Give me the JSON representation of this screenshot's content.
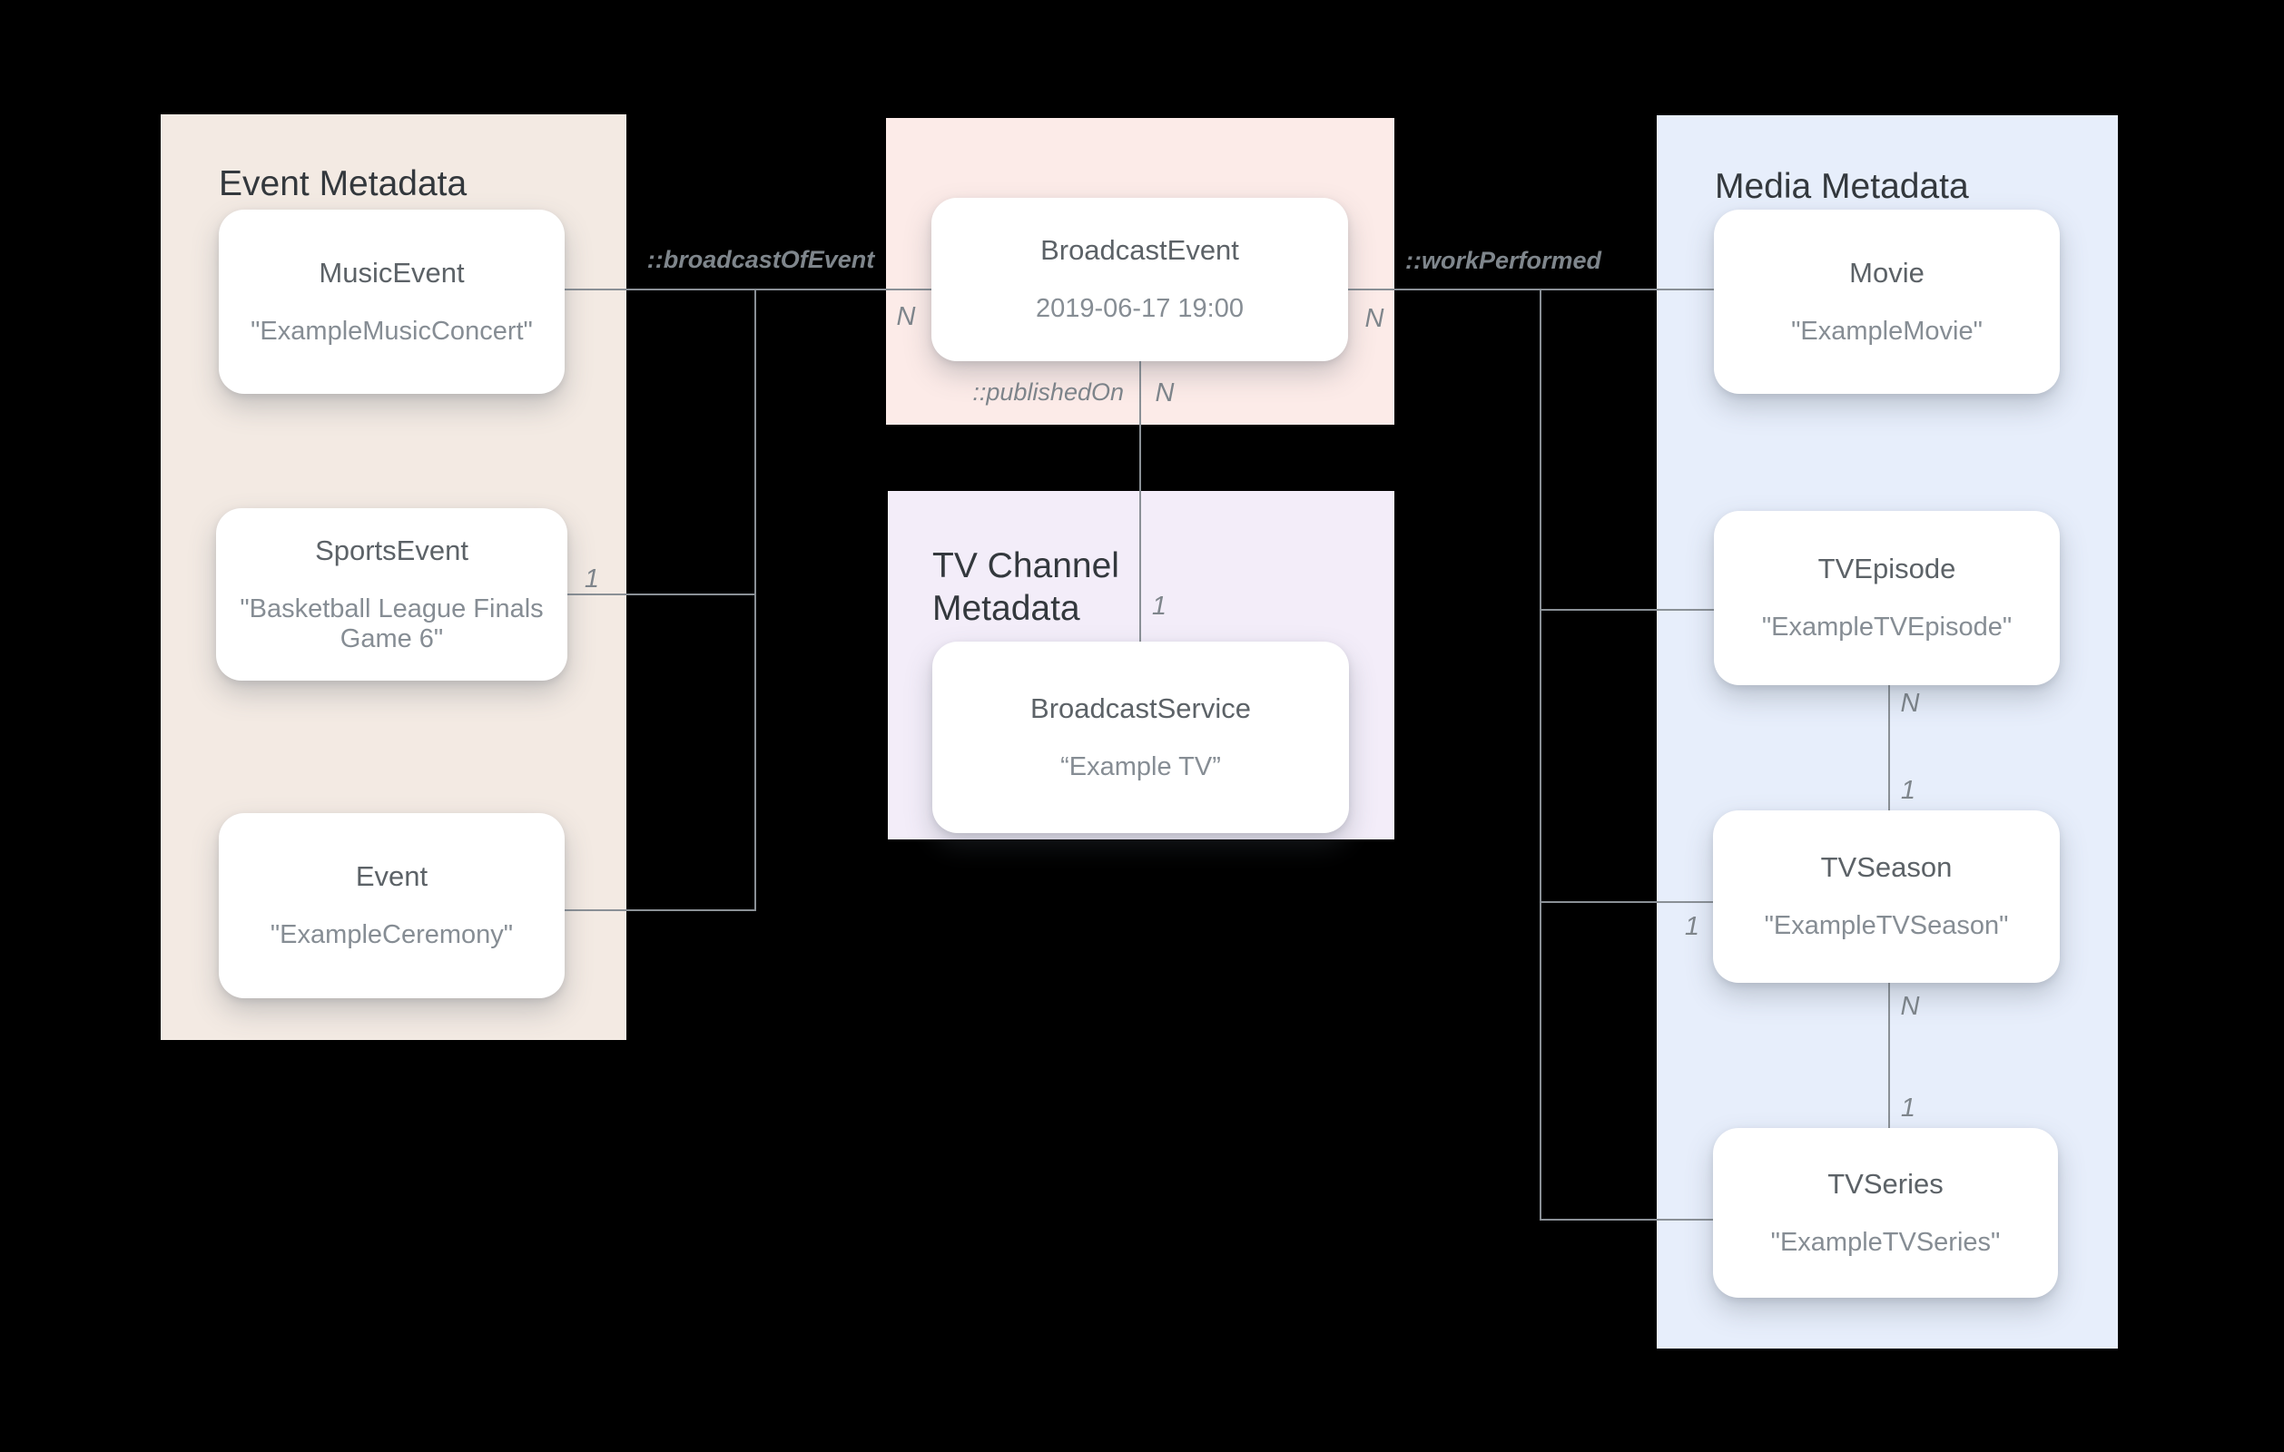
{
  "diagram": {
    "background": "#000000",
    "line_color": "#8a9096",
    "panel_colors": {
      "event_metadata": "#f3eae3",
      "broadcast_event": "#fcebe8",
      "tv_channel_metadata": "#f3edf9",
      "media_metadata": "#e7eefb"
    },
    "text_colors": {
      "panel_title": "#33383d",
      "card_title": "#5c6267",
      "card_subtitle": "#868d94",
      "label": "#7f868c"
    }
  },
  "panels": {
    "event": {
      "title": "Event Metadata"
    },
    "tv_channel": {
      "title": "TV Channel Metadata"
    },
    "media": {
      "title": "Media Metadata"
    }
  },
  "cards": {
    "music_event": {
      "title": "MusicEvent",
      "subtitle": "\"ExampleMusicConcert\""
    },
    "sports_event": {
      "title": "SportsEvent",
      "subtitle": "\"Basketball League Finals Game 6\""
    },
    "event": {
      "title": "Event",
      "subtitle": "\"ExampleCeremony\""
    },
    "broadcast_event": {
      "title": "BroadcastEvent",
      "subtitle": "2019-06-17 19:00"
    },
    "broadcast_service": {
      "title": "BroadcastService",
      "subtitle": "“Example TV”"
    },
    "movie": {
      "title": "Movie",
      "subtitle": "\"ExampleMovie\""
    },
    "tv_episode": {
      "title": "TVEpisode",
      "subtitle": "\"ExampleTVEpisode\""
    },
    "tv_season": {
      "title": "TVSeason",
      "subtitle": "\"ExampleTVSeason\""
    },
    "tv_series": {
      "title": "TVSeries",
      "subtitle": "\"ExampleTVSeries\""
    }
  },
  "relationships": {
    "broadcast_of_event": "::broadcastOfEvent",
    "work_performed": "::workPerformed",
    "published_on": "::publishedOn"
  },
  "multiplicities": {
    "n_broadcast_left": "N",
    "n_broadcast_right": "N",
    "n_published": "N",
    "one_service": "1",
    "one_sports": "1",
    "one_season_left": "1",
    "n_episode_bottom": "N",
    "one_season_top": "1",
    "n_season_bottom": "N",
    "one_series_top": "1"
  }
}
